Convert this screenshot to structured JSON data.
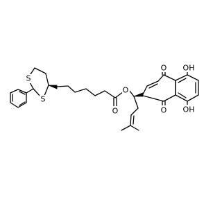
{
  "structure": {
    "atoms": {
      "sulfur_1": "S",
      "sulfur_2": "S",
      "oxygen_ester_single": "O",
      "oxygen_ester_carbonyl": "O",
      "oxygen_quinone_top": "O",
      "oxygen_quinone_bottom": "O",
      "hydroxyl_top": "OH",
      "hydroxyl_bottom": "OH"
    },
    "colors": {
      "bond": "#000000",
      "label": "#000000",
      "background": "#ffffff"
    }
  }
}
